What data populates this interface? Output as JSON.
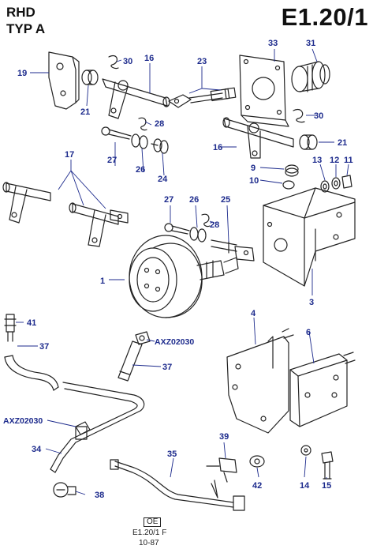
{
  "header": {
    "line1": "RHD",
    "line2": "TYP A",
    "code": "E1.20/1"
  },
  "footer": {
    "box": "OE",
    "ref": "E1.20/1 F",
    "date": "10-87"
  },
  "callouts": {
    "c1": "1",
    "c3": "3",
    "c4": "4",
    "c6": "6",
    "c9": "9",
    "c10": "10",
    "c11": "11",
    "c12": "12",
    "c13": "13",
    "c14": "14",
    "c15": "15",
    "c16a": "16",
    "c16b": "16",
    "c17": "17",
    "c19": "19",
    "c21a": "21",
    "c21b": "21",
    "c23": "23",
    "c24": "24",
    "c25": "25",
    "c26a": "26",
    "c26b": "26",
    "c27a": "27",
    "c27b": "27",
    "c28a": "28",
    "c28b": "28",
    "c30a": "30",
    "c30b": "30",
    "c31": "31",
    "c33": "33",
    "c34": "34",
    "c35": "35",
    "c37a": "37",
    "c37b": "37",
    "c38": "38",
    "c39": "39",
    "c41": "41",
    "c42": "42",
    "axz1": "AXZ02030",
    "axz2": "AXZ02030"
  }
}
